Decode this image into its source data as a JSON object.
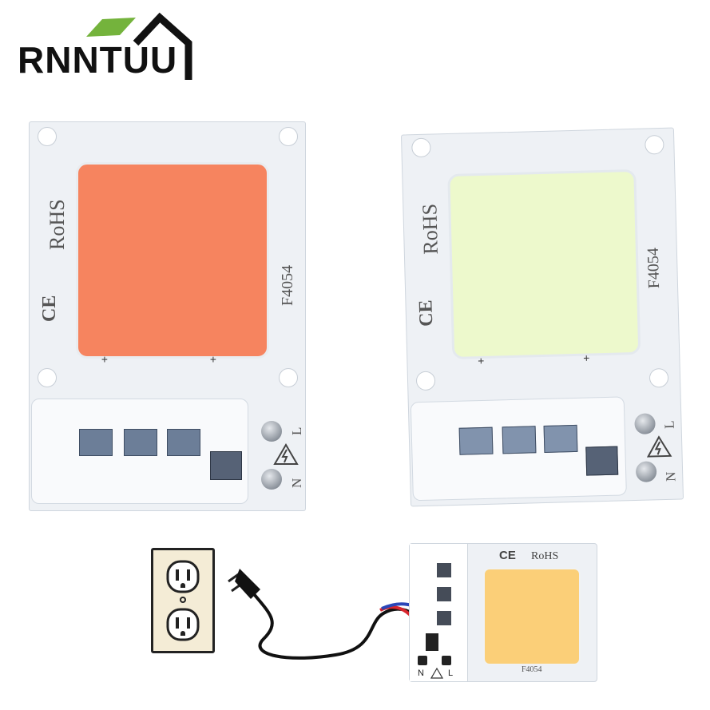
{
  "brand": {
    "name": "RNNTUU",
    "leaf_color": "#74b33c",
    "text_color": "#111111"
  },
  "boards": [
    {
      "rohs": "RoHS",
      "ce": "CE",
      "model": "F4054",
      "plus": "+",
      "term_l": "L",
      "term_n": "N",
      "led_color": "#f6845f"
    },
    {
      "rohs": "RoHS",
      "ce": "CE",
      "model": "F4054",
      "plus": "+",
      "term_l": "L",
      "term_n": "N",
      "led_color": "#edf9cc"
    }
  ],
  "diagram": {
    "ce": "CE",
    "rohs": "RoHS",
    "model": "F4054",
    "term_n": "N",
    "term_l": "L",
    "led_color": "#fbcf78"
  }
}
